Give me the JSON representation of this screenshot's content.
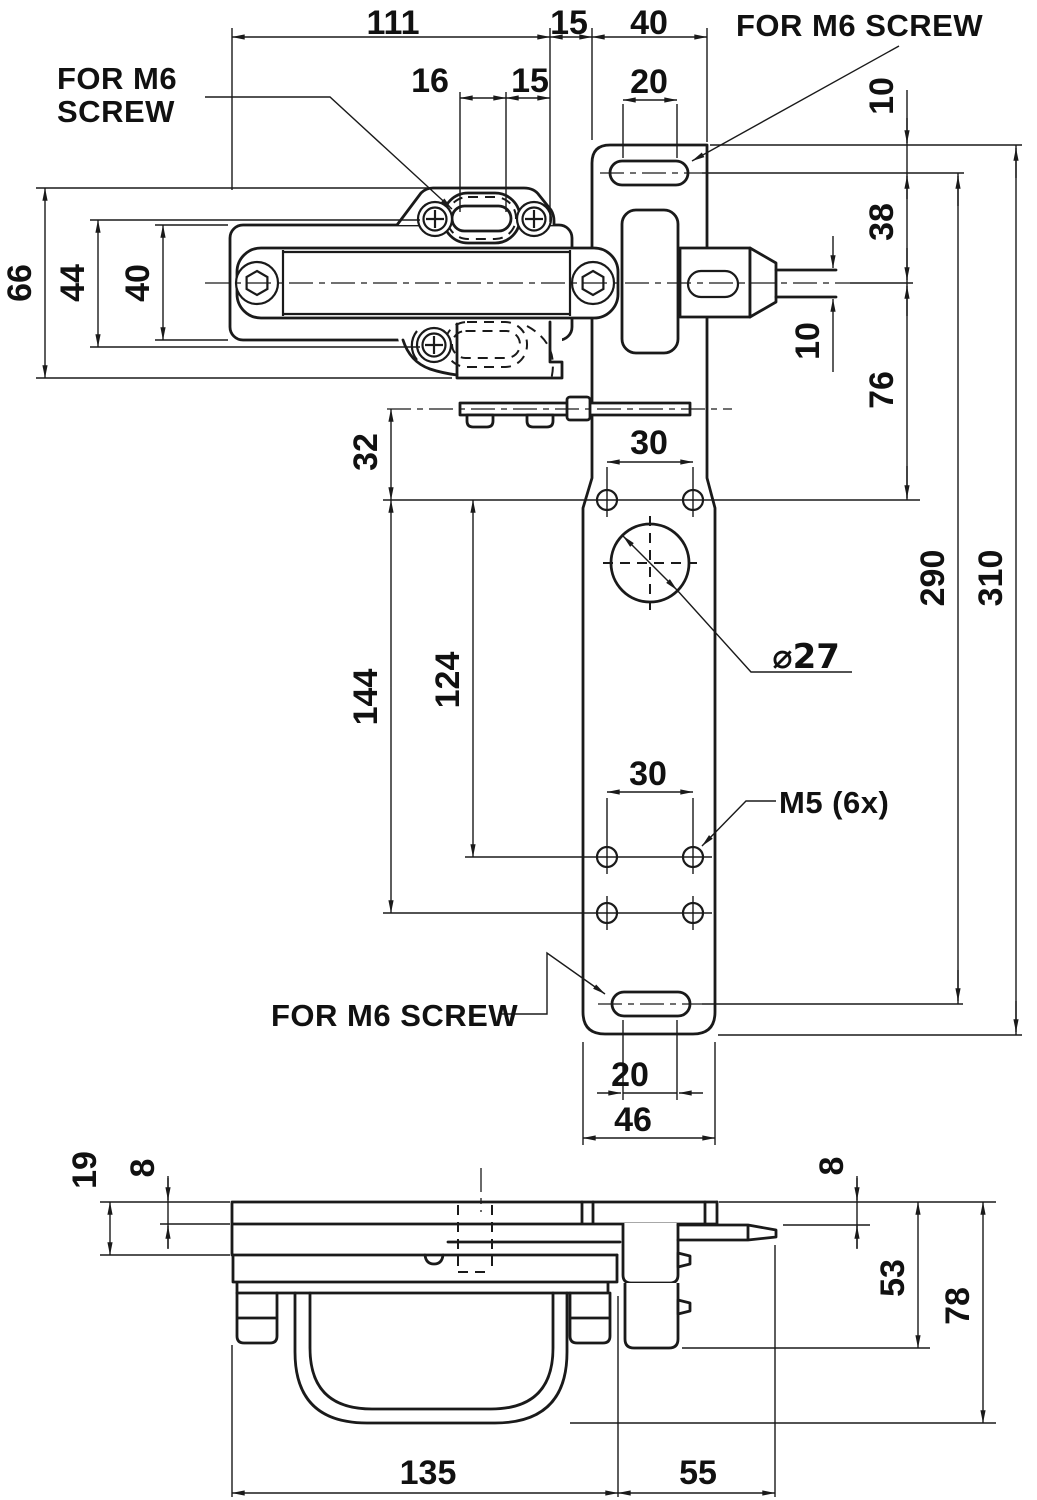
{
  "drawing": {
    "colors": {
      "ink": "#1a1a1a",
      "paper": "#ffffff"
    },
    "notes": {
      "for_m6_screw_top_right": "FOR M6 SCREW",
      "for_m6_left_line1": "FOR M6",
      "for_m6_left_line2": "SCREW",
      "for_m6_screw_bottom": "FOR M6 SCREW",
      "m5_holes": "M5 (6x)",
      "hole_diameter": "⌀27"
    },
    "dimensions_mm": {
      "top_width": "111",
      "top_gap": "15",
      "bracket_width": "40",
      "slot_length": "16",
      "slot_edge": "15",
      "bracket_slot_length": "20",
      "flange_offset": "10",
      "slot_to_center": "38",
      "body_height": "66",
      "screw_spacing": "44",
      "housing_height": "40",
      "pin_neck_diameter": "10",
      "center_to_holes": "76",
      "rod_to_holes": "32",
      "hole_pitch_top": "30",
      "plate_length_290": "290",
      "plate_length_310": "310",
      "hole_span_124": "124",
      "hole_span_144": "144",
      "hole_pitch_bottom": "30",
      "bottom_slot_length": "20",
      "plate_width": "46",
      "side_plate_total": "19",
      "side_plate_top": "8",
      "side_pin_drop": "8",
      "clamp_depth": "53",
      "total_depth": "78",
      "base_length": "135",
      "pin_length": "55"
    }
  }
}
